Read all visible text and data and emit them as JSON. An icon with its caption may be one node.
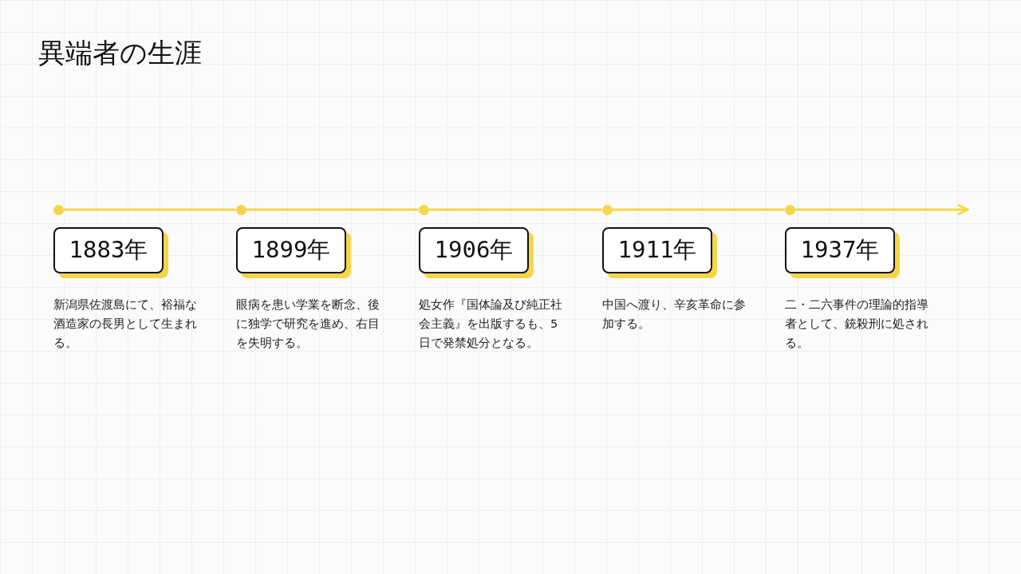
{
  "diagram": {
    "title": "異端者の生涯",
    "nodes": [
      {
        "text": [],
        "shape": "circle"
      },
      {
        "text": [],
        "shape": "circle"
      },
      {
        "text": [],
        "shape": "circle"
      },
      {
        "text": [],
        "shape": "circle"
      },
      {
        "text": [],
        "shape": "circle"
      },
      {
        "text": [
          "1883年"
        ],
        "beside": [
          "新潟県佐渡島にて、裕福な酒造家の長男として生まれる。"
        ]
      },
      {
        "text": [
          "1899年"
        ],
        "beside": [
          "眼病を患い学業を断念、後に独学で研究を進め、右目を失明する。"
        ]
      },
      {
        "text": [
          "1906年"
        ],
        "beside": [
          "処女作『国体論及び純正社会主義』を出版するも、5日で発禁処分となる。"
        ]
      },
      {
        "text": [
          "1911年"
        ],
        "beside": [
          "中国へ渡り、辛亥革命に参加する。"
        ]
      },
      {
        "text": [
          "1937年"
        ],
        "beside": [
          "二・二六事件の理論的指導者として、銃殺刑に処される。"
        ]
      }
    ],
    "edges": [
      {
        "from": 0,
        "to": 1,
        "arrow": "none"
      },
      {
        "from": 1,
        "to": 2,
        "arrow": "none"
      },
      {
        "from": 2,
        "to": 3,
        "arrow": "none"
      },
      {
        "from": 3,
        "to": 4,
        "arrow": "none"
      },
      {
        "from": 4,
        "to": null,
        "arrow": "to"
      }
    ]
  }
}
